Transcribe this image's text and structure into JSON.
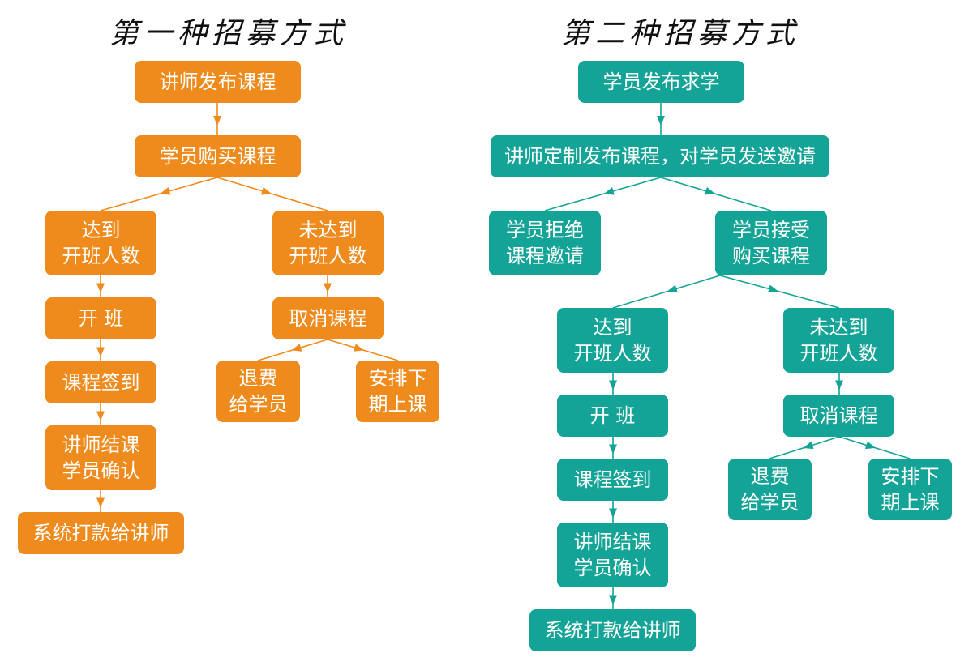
{
  "titles": {
    "left": "第一种招募方式",
    "right": "第二种招募方式"
  },
  "colors": {
    "orange": "#ef8a1c",
    "teal": "#14a397",
    "text": "#ffffff"
  },
  "flow1": {
    "publish": "讲师发布课程",
    "buy": "学员购买课程",
    "reach": "达到\n开班人数",
    "not_reach": "未达到\n开班人数",
    "open": "开    班",
    "sign_in": "课程签到",
    "finish": "讲师结课\n学员确认",
    "pay": "系统打款给讲师",
    "cancel": "取消课程",
    "refund": "退费\n给学员",
    "next_term": "安排下\n期上课"
  },
  "flow2": {
    "request": "学员发布求学",
    "custom": "讲师定制发布课程，对学员发送邀请",
    "reject": "学员拒绝\n课程邀请",
    "accept": "学员接受\n购买课程",
    "reach": "达到\n开班人数",
    "not_reach": "未达到\n开班人数",
    "open": "开    班",
    "sign_in": "课程签到",
    "finish": "讲师结课\n学员确认",
    "pay": "系统打款给讲师",
    "cancel": "取消课程",
    "refund": "退费\n给学员",
    "next_term": "安排下\n期上课"
  }
}
